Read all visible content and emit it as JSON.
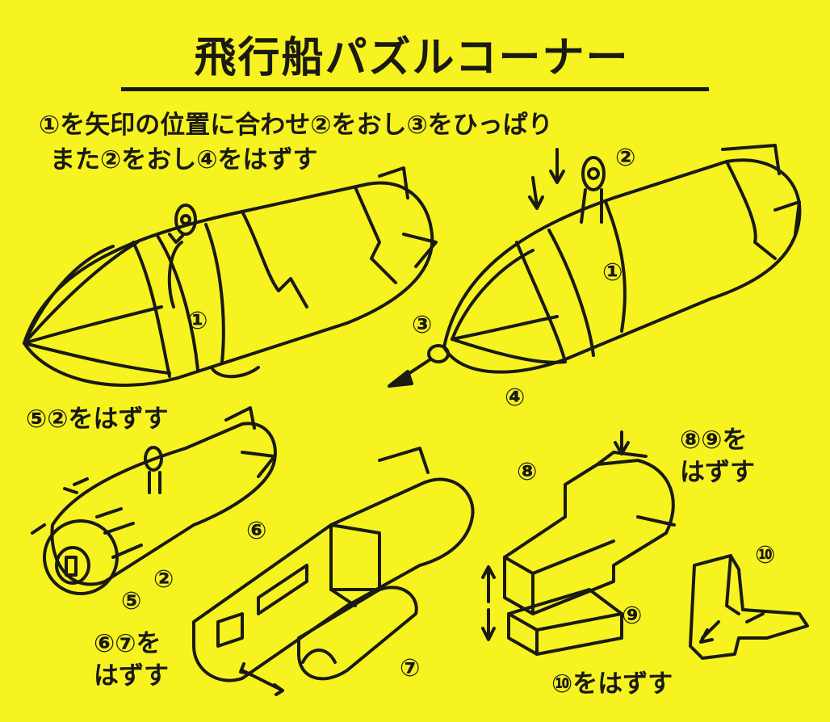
{
  "title": "飛行船パズルコーナー",
  "instruction": {
    "line1": "①を矢印の位置に合わせ②をおし③をひっぱり",
    "line2": "また②をおし④をはずす"
  },
  "steps": {
    "s5": "⑤②をはずす",
    "s89_line1": "⑧⑨を",
    "s89_line2": "はずす",
    "s67_line1": "⑥⑦を",
    "s67_line2": "はずす",
    "s10": "⑩をはずす"
  },
  "labels": {
    "n1a": "①",
    "n1b": "①",
    "n2a": "②",
    "n2b": "②",
    "n3": "③",
    "n4": "④",
    "n5": "⑤",
    "n6": "⑥",
    "n7": "⑦",
    "n8": "⑧",
    "n9": "⑨",
    "n10": "⑩"
  },
  "colors": {
    "background": "#f7f320",
    "ink": "#1a1a12"
  }
}
